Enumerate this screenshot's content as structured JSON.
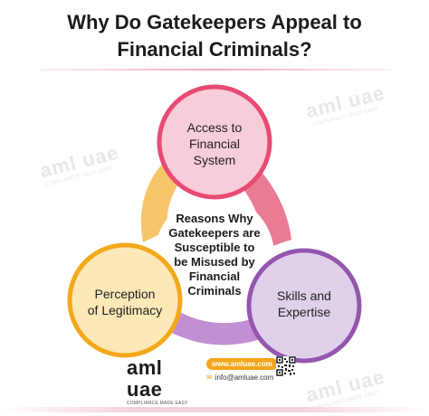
{
  "title_line1": "Why Do Gatekeepers Appeal to",
  "title_line2": "Financial Criminals?",
  "center": {
    "lines": [
      "Reasons Why",
      "Gatekeepers are",
      "Susceptible to",
      "be Misused by",
      "Financial",
      "Criminals"
    ]
  },
  "nodes": [
    {
      "lines": [
        "Access to",
        "Financial",
        "System"
      ]
    },
    {
      "lines": [
        "Skills and",
        "Expertise"
      ]
    },
    {
      "lines": [
        "Perception",
        "of Legitimacy"
      ]
    }
  ],
  "colors": {
    "pink_fill": "#f6cdd8",
    "pink_ring": "#e84a73",
    "purple_fill": "#e0d0ea",
    "purple_ring": "#9456ae",
    "yellow_fill": "#fde8b8",
    "yellow_ring": "#f2a81a",
    "band_pink": "#ea7b95",
    "band_purple": "#c28fd3",
    "band_yellow": "#f7c66b",
    "accent": "#f3a51c"
  },
  "watermark": {
    "text": "aml uae",
    "tagline": "COMPLIANCE MADE EASY"
  },
  "footer": {
    "logo_text": "aml uae",
    "logo_tagline": "COMPLIANCE MADE EASY",
    "website": "www.amluae.com",
    "email": "info@amluae.com"
  },
  "icons": {
    "email": "email-icon",
    "qr": "qr-code-icon"
  }
}
